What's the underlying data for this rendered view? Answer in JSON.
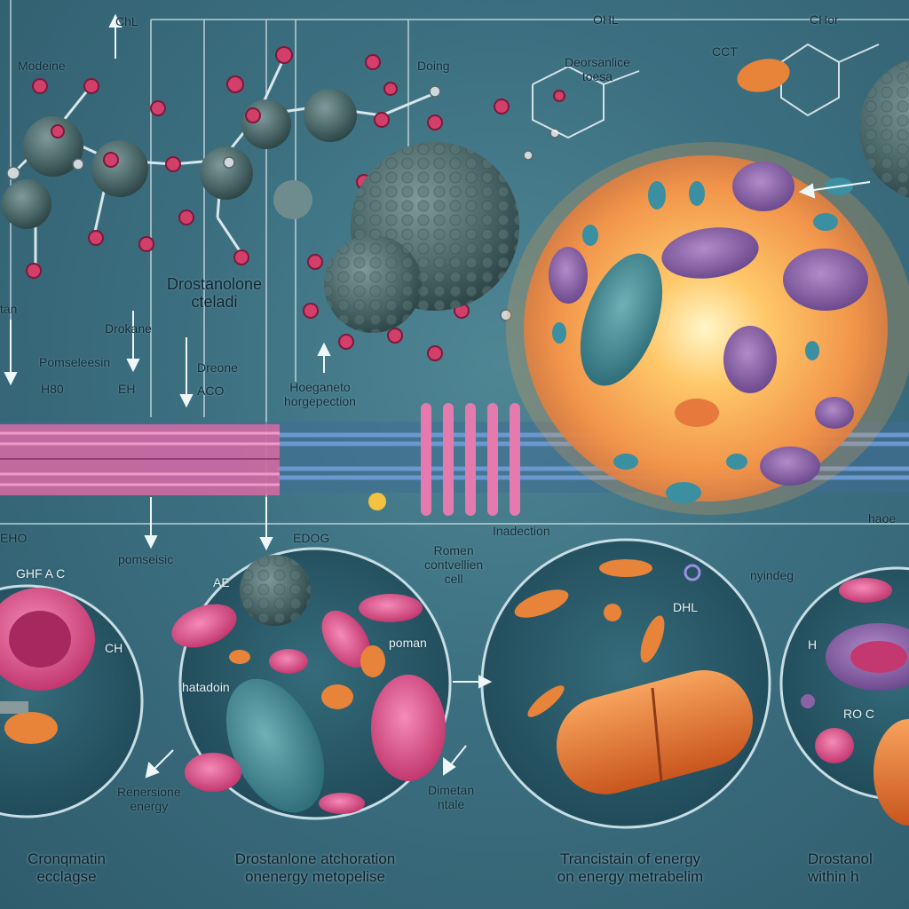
{
  "top": {
    "chl": "ChL",
    "ohl": "OHL",
    "chor": "CHor",
    "cct": "CCT",
    "module": "Modeine",
    "doing": "Doing",
    "deorsantice": "Deorsanlice\ntoesa"
  },
  "left": {
    "tan": "tan",
    "drostanolone_cteladi": "Drostanolone\ncteladi",
    "drokane": "Drokane",
    "pomseless": "Pomseleesin",
    "h80": "H80",
    "eh": "EH",
    "dreone": "Dreone",
    "aco": "ACO",
    "hoeganto": "Hoeganeto\nhorgepection"
  },
  "mid": {
    "eho": "EHO",
    "pomseisic": "pomseisic",
    "edog": "EDOG",
    "romen": "Romen\ncontvellien\ncell",
    "inadection": "Inadection",
    "nyindeg": "nyindeg",
    "haoe": "haoe"
  },
  "circles": {
    "c1": {
      "ghf": "GHF A C",
      "ch": "CH"
    },
    "c2": {
      "ae": "AE",
      "poman": "poman",
      "hatadom": "hatadoin"
    },
    "c3": {
      "dhl": "DHL"
    },
    "c4": {
      "h": "H",
      "ro": "RO C"
    }
  },
  "bottom": {
    "renersione": "Renersione\nenergy",
    "dimetan": "Dimetan\nntale",
    "captions": [
      {
        "line1": "Cronqmatin",
        "line2": "ecclagse"
      },
      {
        "line1": "Drostanlone atchoration",
        "line2": "onenergy metopelise"
      },
      {
        "line1": "Trancistain of energy",
        "line2": "on energy metrabelim"
      },
      {
        "line1": "Drostanol",
        "line2": "within h"
      }
    ]
  },
  "colors": {
    "background": "#3b6f80",
    "membrane_pink": "#e06aa6",
    "membrane_blue": "#4f7fb8",
    "cell_orange": "#f4a04a",
    "organelle_purple": "#8a63a6",
    "orange_pill": "#e8833a"
  }
}
